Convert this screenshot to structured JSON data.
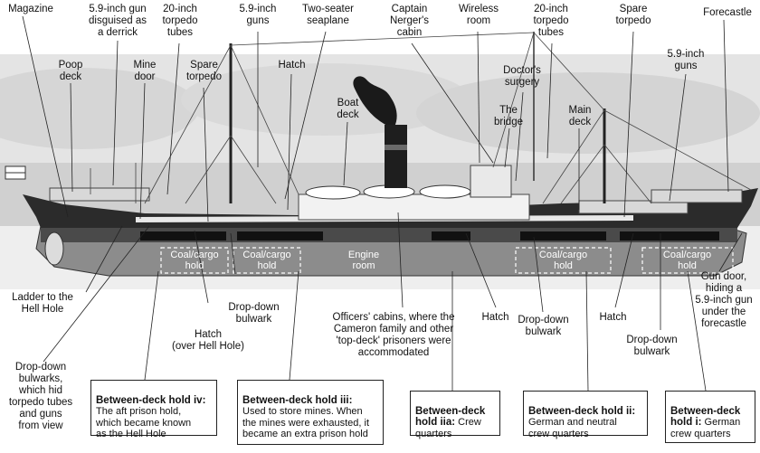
{
  "labels": {
    "magazine": "Magazine",
    "gun_derrick": "5.9-inch gun\ndisguised as\na derrick",
    "torpedo_tubes_aft": "20-inch\ntorpedo\ntubes",
    "guns_aft": "5.9-inch\nguns",
    "seaplane": "Two-seater\nseaplane",
    "captains_cabin": "Captain\nNerger's\ncabin",
    "wireless": "Wireless\nroom",
    "torpedo_tubes_fwd": "20-inch\ntorpedo\ntubes",
    "spare_torpedo_fwd": "Spare\ntorpedo",
    "forecastle": "Forecastle",
    "poop_deck": "Poop\ndeck",
    "mine_door": "Mine\ndoor",
    "spare_torpedo_aft": "Spare\ntorpedo",
    "hatch_top": "Hatch",
    "doctors_surgery": "Doctor's\nsurgery",
    "guns_fwd": "5.9-inch\nguns",
    "boat_deck": "Boat\ndeck",
    "bridge": "The\nbridge",
    "main_deck": "Main\ndeck",
    "coal_hold_1": "Coal/cargo\nhold",
    "coal_hold_2": "Coal/cargo\nhold",
    "engine_room": "Engine\nroom",
    "coal_hold_3": "Coal/cargo\nhold",
    "coal_hold_4": "Coal/cargo\nhold",
    "ladder": "Ladder to the\nHell Hole",
    "drop_bulwark_1": "Drop-down\nbulwark",
    "hatch_hell": "Hatch\n(over Hell Hole)",
    "officers_cabins": "Officers' cabins, where the\nCameron family and other\n'top-deck' prisoners were\naccommodated",
    "hatch_mid": "Hatch",
    "drop_bulwark_2": "Drop-down\nbulwark",
    "hatch_fwd": "Hatch",
    "drop_bulwark_3": "Drop-down\nbulwark",
    "gun_door": "Gun door,\nhiding a\n5.9-inch gun\nunder the\nforecastle",
    "drop_bulwarks": "Drop-down\nbulwarks,\nwhich hid\ntorpedo tubes\nand guns\nfrom view"
  },
  "holds": [
    {
      "title": "Between-deck hold iv:",
      "body": "The aft prison hold,\nwhich became known\nas the Hell Hole"
    },
    {
      "title": "Between-deck hold iii:",
      "body": "Used to store mines. When\nthe mines were exhausted, it\nbecame an extra prison hold"
    },
    {
      "title": "Between-deck\nhold iia:",
      "body": " Crew\nquarters"
    },
    {
      "title": "Between-deck hold ii:",
      "body": "German and neutral\ncrew quarters"
    },
    {
      "title": "Between-deck\nhold i:",
      "body": " German\ncrew quarters"
    }
  ]
}
